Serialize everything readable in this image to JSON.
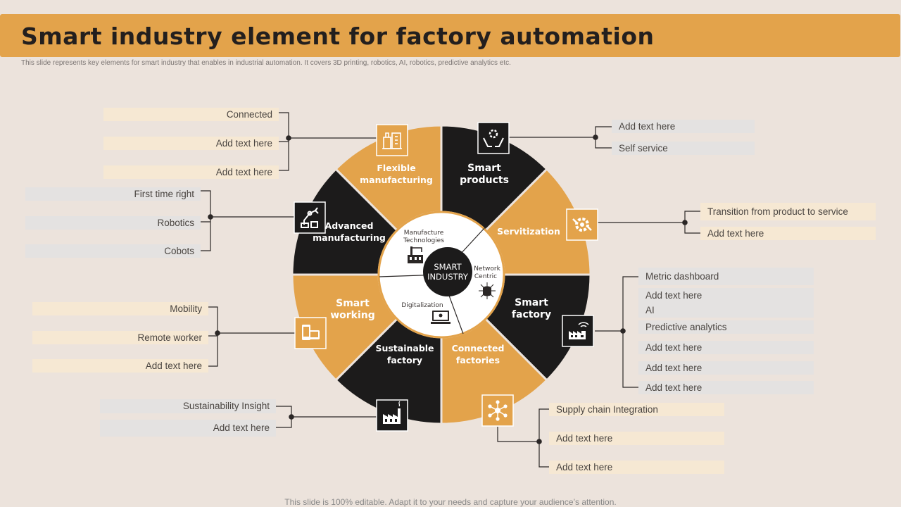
{
  "header": {
    "title": "Smart industry element for factory automation",
    "subtitle": "This slide represents key elements  for smart industry that enables in industrial automation.  It covers 3D printing, robotics, AI, robotics, predictive analytics etc."
  },
  "footer": {
    "text": "This slide is 100% editable. Adapt it to your needs and capture your audience’s attention."
  },
  "colors": {
    "orange": "#e3a34b",
    "black": "#1c1b1b",
    "background": "#ece3dc",
    "cream_box": "#f6e8d3",
    "grey_box": "#e4e2e1"
  },
  "wheel": {
    "center": {
      "line1": "SMART",
      "line2": "INDUSTRY"
    },
    "inner": [
      {
        "line1": "Manufacture",
        "line2": "Technologies",
        "icon": "factory-crane-icon"
      },
      {
        "line1": "Network",
        "line2": "Centric",
        "icon": "network-database-icon"
      },
      {
        "line1": "Digitalization",
        "icon": "laptop-icon"
      }
    ],
    "segments": [
      {
        "key": "smart_products",
        "line1": "Smart",
        "line2": "products",
        "icon": "hands-gear-icon"
      },
      {
        "key": "servitization",
        "line1": "Servitization",
        "icon": "gear-wrench-icon"
      },
      {
        "key": "smart_factory",
        "line1": "Smart",
        "line2": "factory",
        "icon": "factory-wifi-icon"
      },
      {
        "key": "connected_factories",
        "line1": "Connected",
        "line2": "factories",
        "icon": "network-nodes-icon"
      },
      {
        "key": "sustainable_factory",
        "line1": "Sustainable",
        "line2": "factory",
        "icon": "factory-icon"
      },
      {
        "key": "smart_working",
        "line1": "Smart",
        "line2": "working",
        "icon": "mobile-devices-icon"
      },
      {
        "key": "advanced_manufacturing",
        "line1": "Advanced",
        "line2": "manufacturing",
        "icon": "robot-arm-icon"
      },
      {
        "key": "flexible_manufacturing",
        "line1": "Flexible",
        "line2": "manufacturing",
        "icon": "buildings-icon"
      }
    ]
  },
  "callouts": {
    "flexible_manufacturing": [
      "Connected",
      "Add text here",
      "Add text here"
    ],
    "advanced_manufacturing": [
      "First time right",
      "Robotics",
      "Cobots"
    ],
    "smart_working": [
      "Mobility",
      "Remote worker",
      "Add text here"
    ],
    "sustainable_factory": [
      "Sustainability Insight",
      "Add text here"
    ],
    "smart_products": [
      "Add text here",
      "Self service"
    ],
    "servitization": [
      "Transition from product to service",
      "Add text here"
    ],
    "smart_factory": [
      "Metric dashboard",
      "Add text here",
      "AI",
      "Predictive analytics",
      "Add text here",
      "Add text here",
      "Add text here"
    ],
    "connected_factories": [
      "Supply chain Integration",
      "Add text here",
      "Add text here"
    ]
  }
}
